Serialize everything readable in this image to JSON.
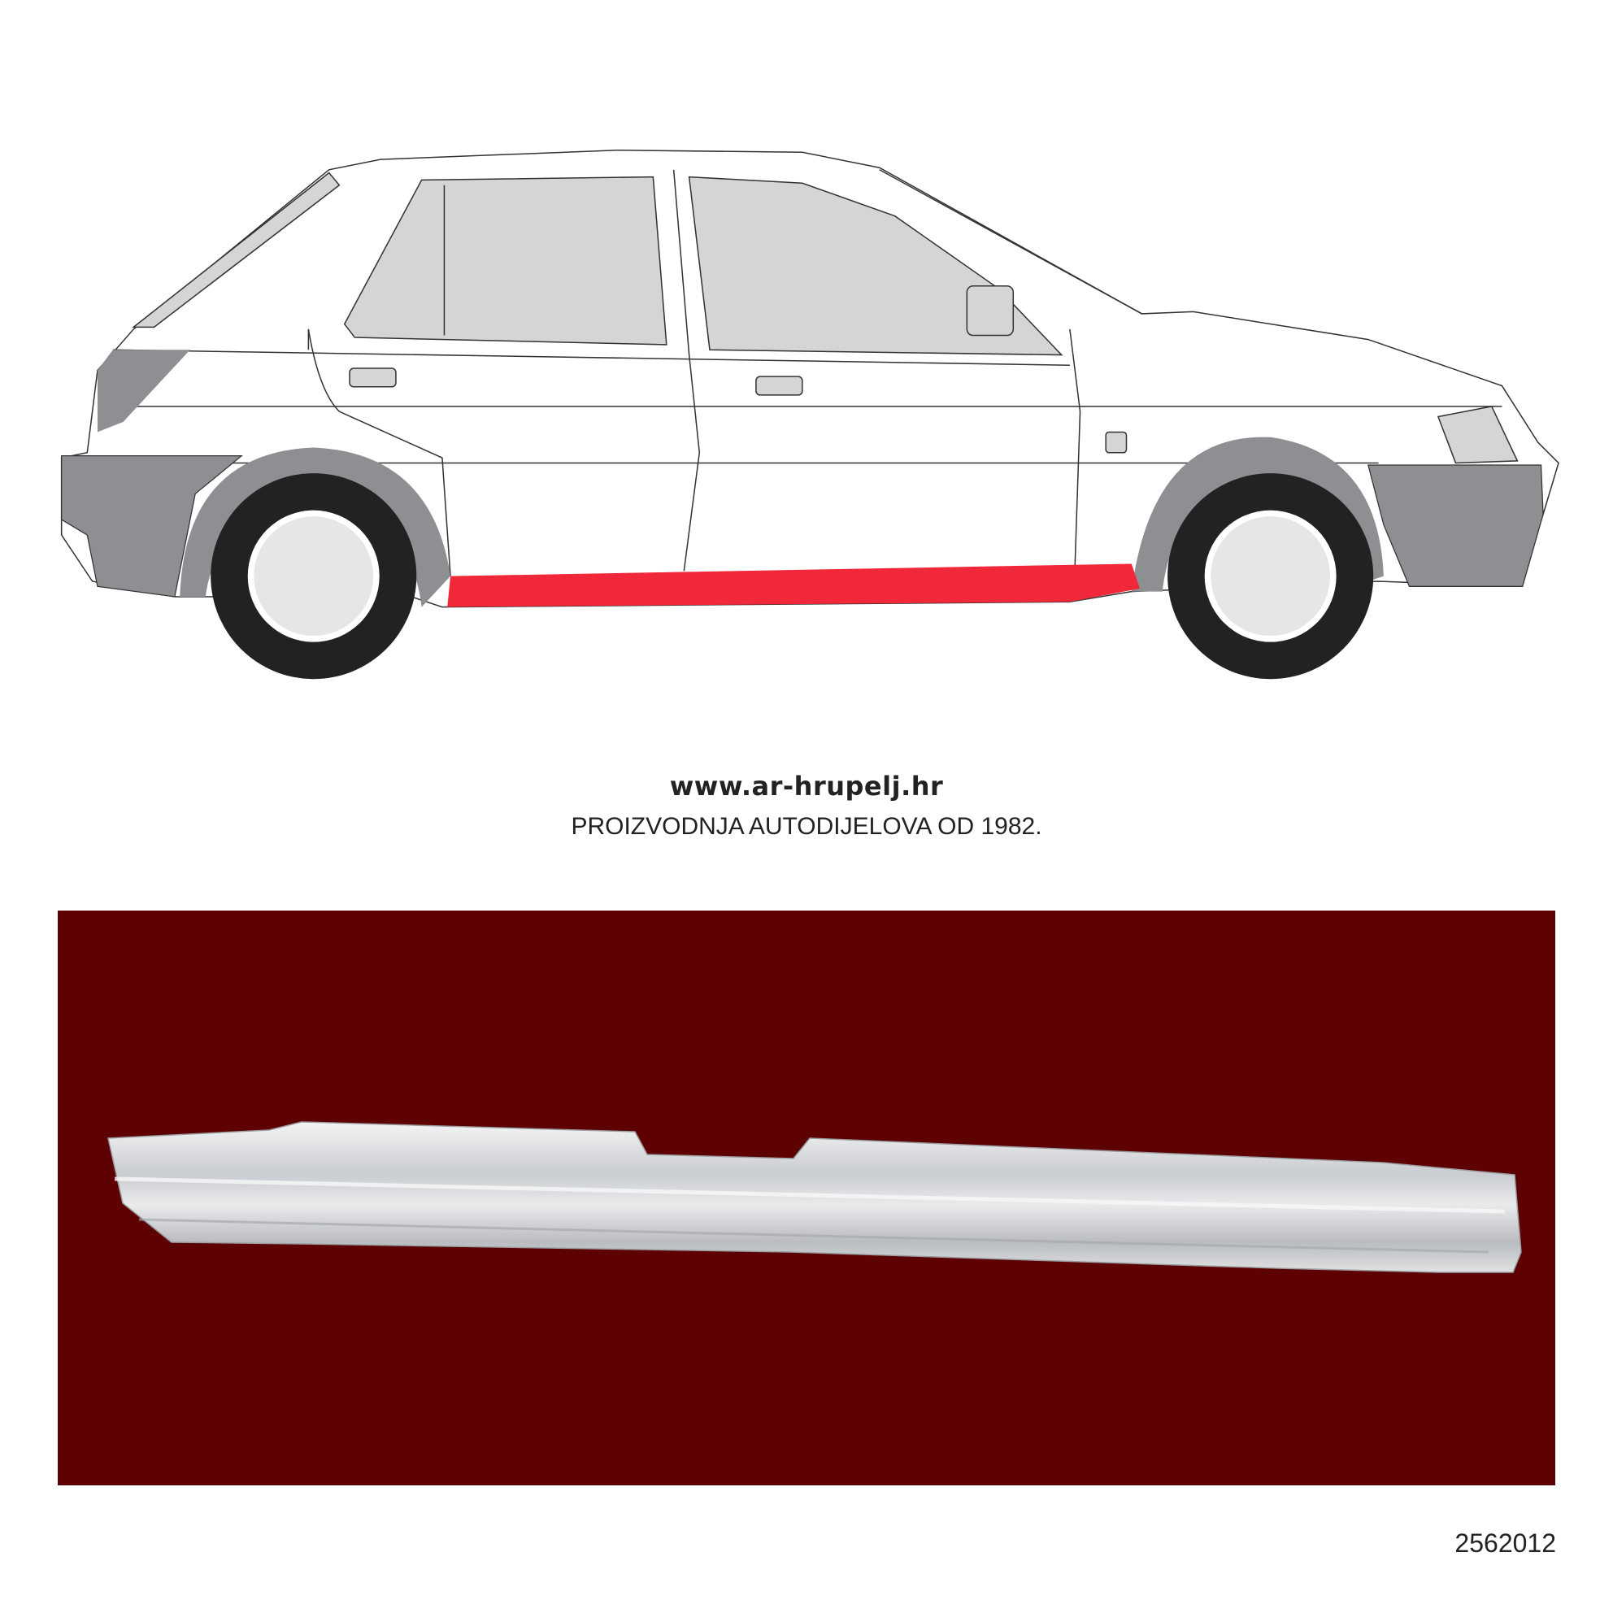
{
  "website": "www.ar-hrupelj.hr",
  "tagline": "PROIZVODNJA AUTODIJELOVA OD 1982.",
  "part_number": "2562012",
  "colors": {
    "highlight_part": "#f0283a",
    "product_background": "#5e0102",
    "bumper_gray": "#8d8f92",
    "window_gray": "#d4d5d7"
  }
}
